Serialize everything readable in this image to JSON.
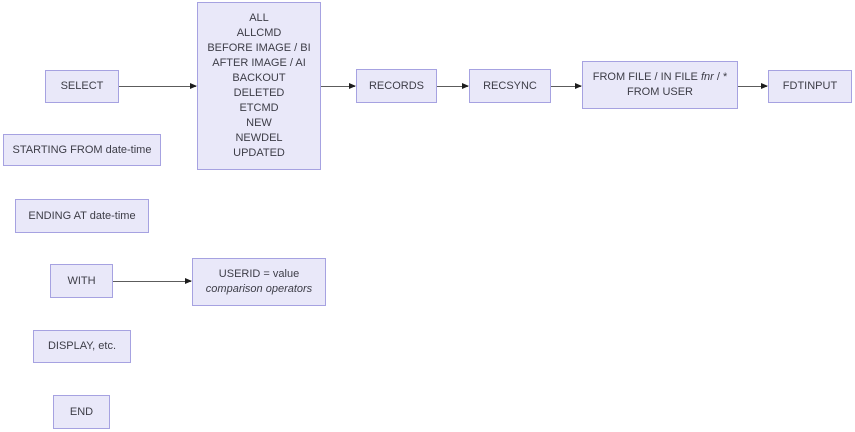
{
  "diagram": {
    "boxes": {
      "select": {
        "label": "SELECT"
      },
      "options": {
        "lines": [
          "ALL",
          "ALLCMD",
          "BEFORE IMAGE / BI",
          "AFTER IMAGE / AI",
          "BACKOUT",
          "DELETED",
          "ETCMD",
          "NEW",
          "NEWDEL",
          "UPDATED"
        ]
      },
      "records": {
        "label": "RECORDS"
      },
      "recsync": {
        "label": "RECSYNC"
      },
      "from_file": {
        "line1_prefix": "FROM FILE / IN FILE",
        "line1_italic": "fnr",
        "line1_suffix": "/ *",
        "line2": "FROM USER"
      },
      "fdtinput": {
        "label": "FDTINPUT"
      },
      "starting": {
        "label": "STARTING FROM date-time"
      },
      "ending": {
        "label": "ENDING AT date-time"
      },
      "with": {
        "label": "WITH"
      },
      "userid": {
        "line1": "USERID = value",
        "line2": "comparison operators"
      },
      "display": {
        "label": "DISPLAY, etc."
      },
      "end": {
        "label": "END"
      }
    },
    "colors": {
      "box_fill": "#e9e8f9",
      "box_border": "#a6a2e1",
      "arrow_line": "#5c5c5c",
      "arrow_head": "#1d1d1d",
      "text": "#3d3d47"
    }
  }
}
